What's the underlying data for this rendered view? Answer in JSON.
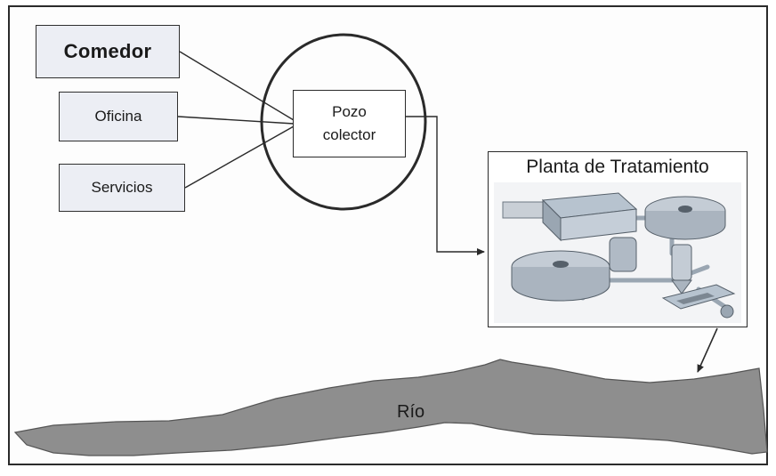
{
  "sources": {
    "comedor": "Comedor",
    "oficina": "Oficina",
    "servicios": "Servicios"
  },
  "collector": {
    "line1": "Pozo",
    "line2": "colector"
  },
  "treatment_plant": {
    "title": "Planta de Tratamiento"
  },
  "river": {
    "label": "Río"
  },
  "colors": {
    "source_box_fill": "#eceef4",
    "river_fill": "#8e8e8e",
    "line": "#2a2a2a"
  }
}
